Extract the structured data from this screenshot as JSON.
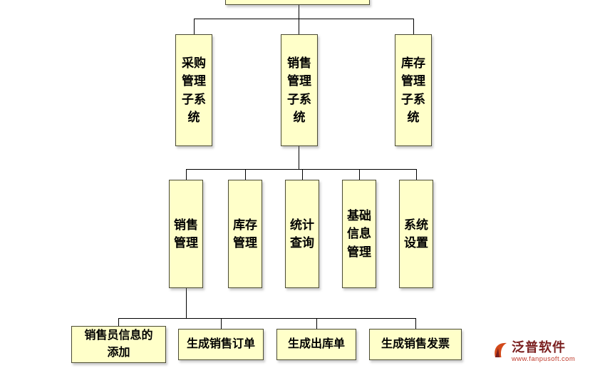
{
  "diagram": {
    "root_label": "",
    "subsystems": [
      {
        "label": "采购管理子系统"
      },
      {
        "label": "销售管理子系统"
      },
      {
        "label": "库存管理子系统"
      }
    ],
    "modules": [
      {
        "label": "销售管理"
      },
      {
        "label": "库存管理"
      },
      {
        "label": "统计查询"
      },
      {
        "label": "基础信息管理"
      },
      {
        "label": "系统设置"
      }
    ],
    "functions": [
      {
        "label": "销售员信息的添加"
      },
      {
        "label": "生成销售订单"
      },
      {
        "label": "生成出库单"
      },
      {
        "label": "生成销售发票"
      }
    ]
  },
  "branding": {
    "name": "泛普软件",
    "website": "www.fanpusoft.com"
  },
  "colors": {
    "box_fill": "#ffffc9",
    "box_border": "#4a4a33",
    "connector": "#000000",
    "brand_name": "#7a1f1f",
    "brand_site": "#c03a2b"
  }
}
